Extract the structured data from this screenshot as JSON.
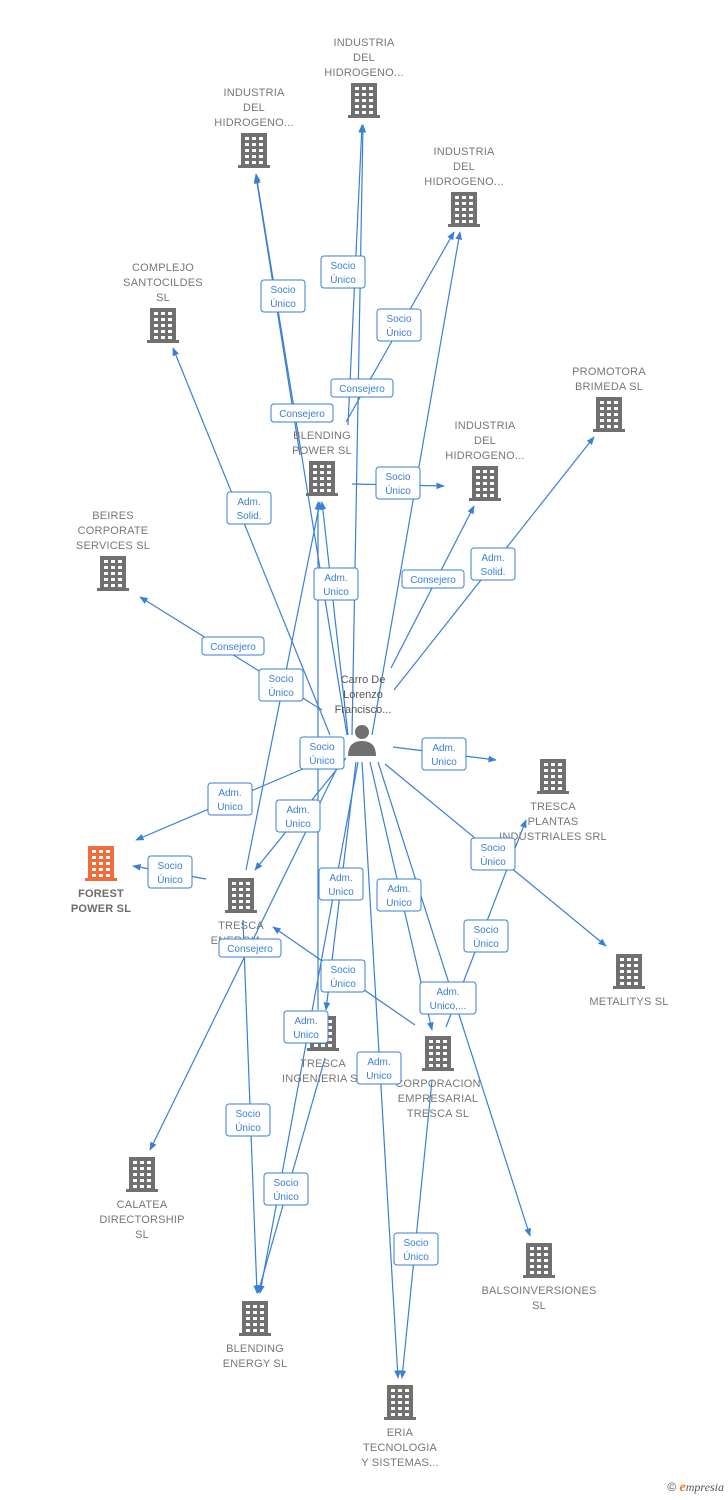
{
  "colors": {
    "edge": "#3a7fd5",
    "company": "#707070",
    "highlight": "#f26b3a",
    "person": "#707070"
  },
  "person": {
    "id": "p",
    "lines": [
      "Carro De",
      "Lorenzo",
      "Francisco..."
    ]
  },
  "companies": [
    {
      "id": "ih1",
      "lines": [
        "INDUSTRIA",
        "DEL",
        "HIDROGENO..."
      ]
    },
    {
      "id": "ih2",
      "lines": [
        "INDUSTRIA",
        "DEL",
        "HIDROGENO..."
      ]
    },
    {
      "id": "ih3",
      "lines": [
        "INDUSTRIA",
        "DEL",
        "HIDROGENO..."
      ]
    },
    {
      "id": "cs",
      "lines": [
        "COMPLEJO",
        "SANTOCILDES",
        "SL"
      ]
    },
    {
      "id": "pb",
      "lines": [
        "PROMOTORA",
        "BRIMEDA  SL"
      ]
    },
    {
      "id": "bp",
      "lines": [
        "BLENDING",
        "POWER  SL"
      ]
    },
    {
      "id": "ih4",
      "lines": [
        "INDUSTRIA",
        "DEL",
        "HIDROGENO..."
      ]
    },
    {
      "id": "bc",
      "lines": [
        "BEIRES",
        "CORPORATE",
        "SERVICES  SL"
      ]
    },
    {
      "id": "tp",
      "lines": [
        "TRESCA",
        "PLANTAS",
        "INDUSTRIALES SRL"
      ]
    },
    {
      "id": "fp",
      "lines": [
        "FOREST",
        "POWER  SL"
      ],
      "highlight": true
    },
    {
      "id": "te",
      "lines": [
        "TRESCA",
        "ENERGIA..."
      ]
    },
    {
      "id": "me",
      "lines": [
        "METALITYS  SL"
      ]
    },
    {
      "id": "ti",
      "lines": [
        "TRESCA",
        "INGENIERIA SL"
      ]
    },
    {
      "id": "ce",
      "lines": [
        "CORPORACION",
        "EMPRESARIAL",
        "TRESCA  SL"
      ]
    },
    {
      "id": "ca",
      "lines": [
        "CALATEA",
        "DIRECTORSHIP",
        "SL"
      ]
    },
    {
      "id": "ba",
      "lines": [
        "BALSOINVERSIONES",
        "SL"
      ]
    },
    {
      "id": "be",
      "lines": [
        "BLENDING",
        "ENERGY  SL"
      ]
    },
    {
      "id": "er",
      "lines": [
        "ERIA",
        "TECNOLOGIA",
        "Y SISTEMAS..."
      ]
    }
  ],
  "edges": [
    {
      "from": "p",
      "to": "ih1",
      "label": [
        "Socio",
        "Único"
      ]
    },
    {
      "from": "p",
      "to": "ih2",
      "label": [
        "Socio",
        "Único"
      ]
    },
    {
      "from": "p",
      "to": "ih3",
      "label": [
        "Socio",
        "Único"
      ]
    },
    {
      "from": "p",
      "to": "cs",
      "label": [
        "Adm.",
        "Solid."
      ]
    },
    {
      "from": "p",
      "to": "pb",
      "label": [
        "Adm.",
        "Solid."
      ]
    },
    {
      "from": "p",
      "to": "bp",
      "label": [
        "Adm.",
        "Unico"
      ]
    },
    {
      "from": "p",
      "to": "ih4",
      "label": [
        "Consejero"
      ]
    },
    {
      "from": "p",
      "to": "bc",
      "label": [
        "Consejero"
      ]
    },
    {
      "from": "p",
      "to": "tp",
      "label": [
        "Adm.",
        "Unico"
      ]
    },
    {
      "from": "p",
      "to": "fp",
      "label": [
        "Adm.",
        "Unico"
      ]
    },
    {
      "from": "p",
      "to": "te",
      "label": [
        "Adm.",
        "Unico"
      ]
    },
    {
      "from": "p",
      "to": "me",
      "label": [
        "Socio",
        "Único"
      ]
    },
    {
      "from": "p",
      "to": "ti",
      "label": [
        "Adm.",
        "Unico"
      ]
    },
    {
      "from": "p",
      "to": "ce",
      "label": [
        "Adm.",
        "Unico"
      ]
    },
    {
      "from": "p",
      "to": "ca",
      "label": [
        "Socio",
        "Único"
      ]
    },
    {
      "from": "p",
      "to": "ba",
      "label": [
        "Adm.",
        "Unico,..."
      ]
    },
    {
      "from": "p",
      "to": "be",
      "label": [
        "Adm.",
        "Unico"
      ]
    },
    {
      "from": "p",
      "to": "er",
      "label": [
        "Adm.",
        "Unico"
      ]
    },
    {
      "from": "bp",
      "to": "ih1",
      "label": [
        "Consejero"
      ]
    },
    {
      "from": "bp",
      "to": "ih2",
      "label": [
        "Consejero"
      ]
    },
    {
      "from": "bp",
      "to": "ih3",
      "label": [
        "Consejero"
      ]
    },
    {
      "from": "bp",
      "to": "ih4",
      "label": [
        "Socio",
        "Único"
      ]
    },
    {
      "from": "te",
      "to": "bp",
      "label": [
        "Socio",
        "Único"
      ]
    },
    {
      "from": "te",
      "to": "fp",
      "label": [
        "Socio",
        "Único"
      ]
    },
    {
      "from": "te",
      "to": "be",
      "label": [
        "Socio",
        "Único"
      ]
    },
    {
      "from": "ce",
      "to": "te",
      "label": [
        "Socio",
        "Único"
      ]
    },
    {
      "from": "ce",
      "to": "tp",
      "label": [
        "Socio",
        "Único"
      ]
    },
    {
      "from": "ce",
      "to": "er",
      "label": [
        "Socio",
        "Único"
      ]
    },
    {
      "from": "ti",
      "to": "bp",
      "label": [
        "Consejero"
      ]
    },
    {
      "from": "ti",
      "to": "be",
      "label": [
        "Socio",
        "Único"
      ]
    }
  ],
  "footer": {
    "copyright_symbol": "©",
    "brand_initial": "e",
    "brand_rest": "mpresia"
  }
}
